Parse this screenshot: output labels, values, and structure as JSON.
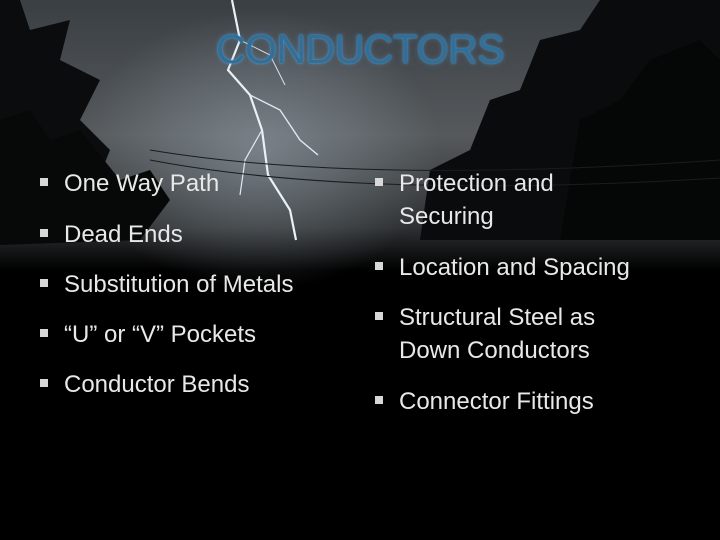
{
  "slide": {
    "title": "CONDUCTORS",
    "left_items": [
      {
        "label": "One Way Path"
      },
      {
        "label": "Dead Ends"
      },
      {
        "label": "Substitution of Metals"
      },
      {
        "label": "“U” or “V” Pockets"
      },
      {
        "label": "Conductor Bends"
      }
    ],
    "right_items": [
      {
        "label": "Protection and Securing"
      },
      {
        "label": "Location and Spacing"
      },
      {
        "label": "Structural Steel as Down Conductors"
      },
      {
        "label": "Connector Fittings"
      }
    ]
  },
  "colors": {
    "background": "#000000",
    "title": "#2f6f9c",
    "text": "#e8e8e8",
    "bullet": "#d8d8d8"
  },
  "icons": {
    "bullet": "square-bullet-icon",
    "background": "lightning-storm-photo"
  }
}
